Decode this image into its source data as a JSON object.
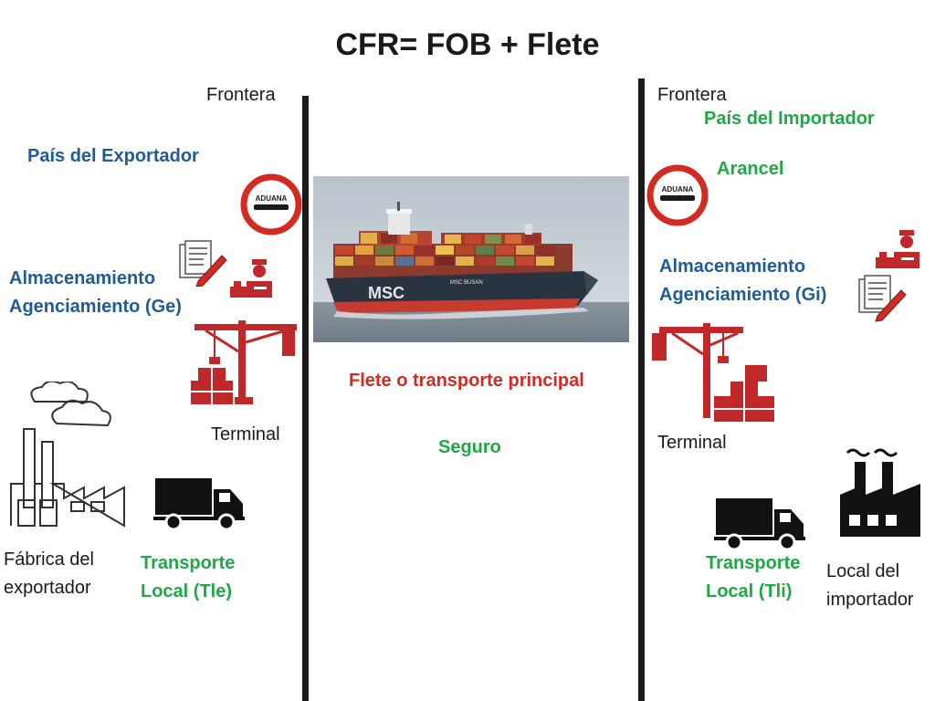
{
  "title": "CFR= FOB + Flete",
  "left": {
    "border": "Frontera",
    "country": "País del Exportador",
    "storage_line1": "Almacenamiento",
    "storage_line2": "Agenciamiento (Ge)",
    "terminal": "Terminal",
    "factory_line1": "Fábrica del",
    "factory_line2": "exportador",
    "transport_line1": "Transporte",
    "transport_line2": "Local (Tle)",
    "customs_sign": "ADUANA"
  },
  "center": {
    "freight": "Flete o transporte principal",
    "insurance": "Seguro",
    "ship_brand": "MSC",
    "ship_name": "MSC BUSAN"
  },
  "right": {
    "border": "Frontera",
    "country": "País del Importador",
    "tariff": "Arancel",
    "storage_line1": "Almacenamiento",
    "storage_line2": "Agenciamiento (Gi)",
    "terminal": "Terminal",
    "transport_line1": "Transporte",
    "transport_line2": "Local (Tli)",
    "local_line1": "Local del",
    "local_line2": "importador",
    "customs_sign": "ADUANA"
  },
  "colors": {
    "blue": "#1f5c96",
    "green": "#1fa845",
    "red": "#d42a22",
    "icon_red": "#c0282a"
  }
}
